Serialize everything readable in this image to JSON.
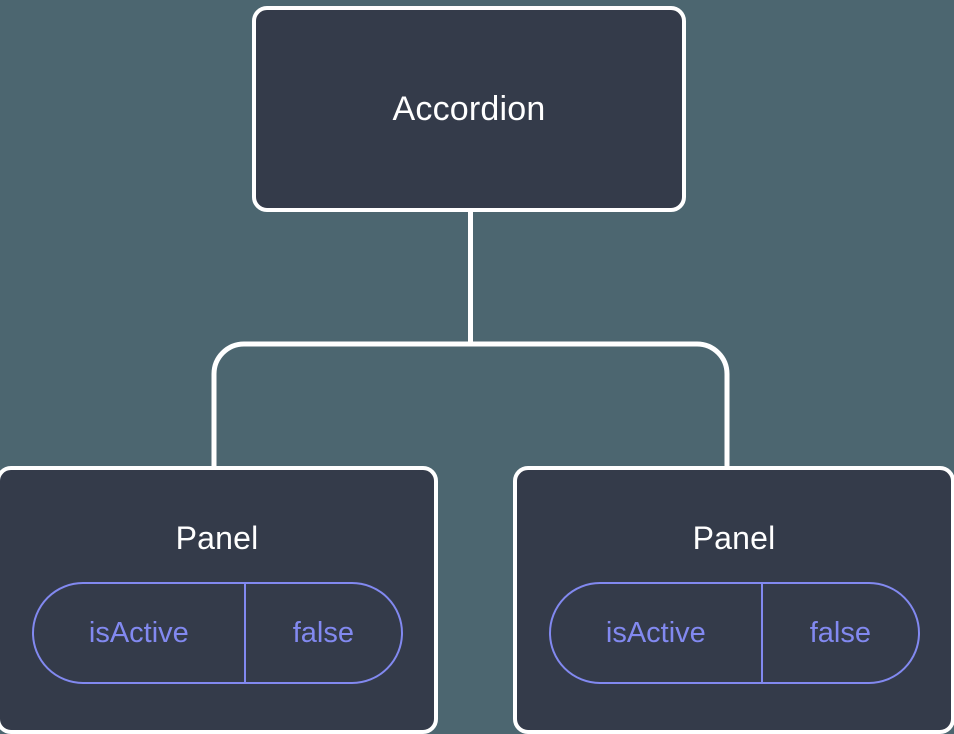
{
  "diagram": {
    "type": "component-tree",
    "background_color": "#4c6670",
    "node_fill_color": "#343b4a",
    "node_border_color": "#ffffff",
    "connector_color": "#ffffff",
    "accent_color": "#8289f0",
    "root": {
      "label": "Accordion"
    },
    "children": [
      {
        "label": "Panel",
        "props": [
          {
            "key": "isActive",
            "value": "false"
          }
        ]
      },
      {
        "label": "Panel",
        "props": [
          {
            "key": "isActive",
            "value": "false"
          }
        ]
      }
    ]
  }
}
